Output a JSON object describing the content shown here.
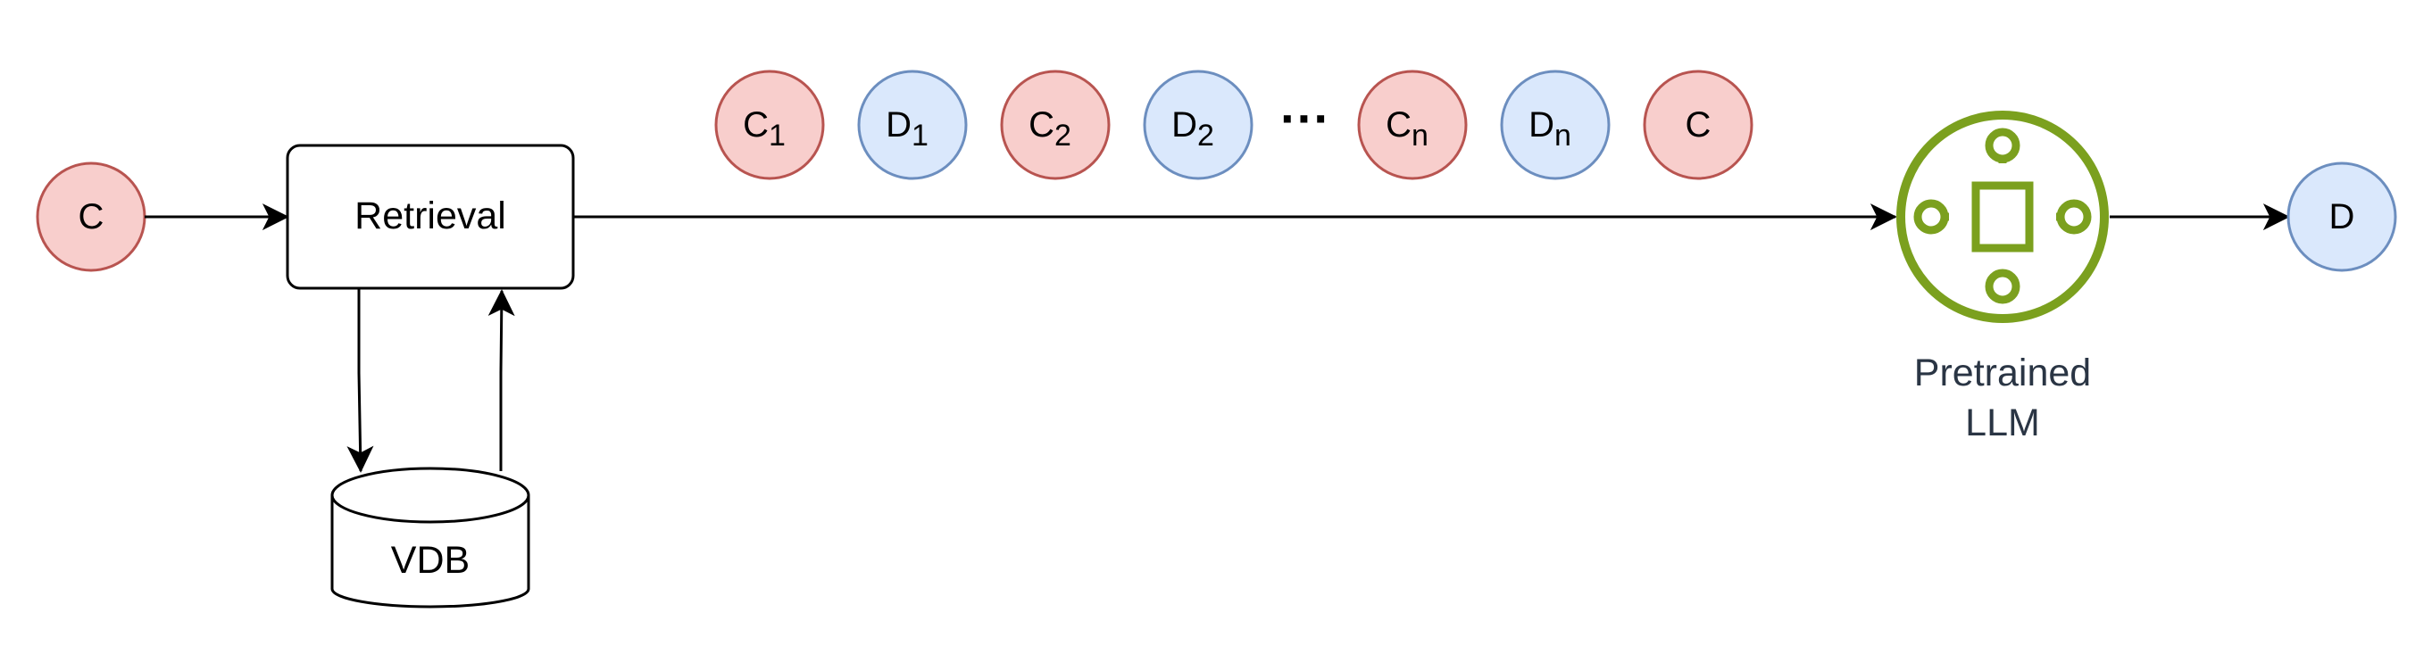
{
  "colors": {
    "c_fill": "#f8cecc",
    "c_stroke": "#b85450",
    "d_fill": "#dae8fc",
    "d_stroke": "#6c8ebf",
    "llm_green": "#7ba01e",
    "llm_text": "#2a3544",
    "line": "#000000"
  },
  "input": {
    "label": "C"
  },
  "retrieval": {
    "label": "Retrieval"
  },
  "vdb": {
    "label": "VDB"
  },
  "sequence": [
    {
      "base": "C",
      "sub": "1",
      "kind": "c"
    },
    {
      "base": "D",
      "sub": "1",
      "kind": "d"
    },
    {
      "base": "C",
      "sub": "2",
      "kind": "c"
    },
    {
      "base": "D",
      "sub": "2",
      "kind": "d"
    },
    {
      "base": "···",
      "sub": "",
      "kind": "ellipsis"
    },
    {
      "base": "C",
      "sub": "n",
      "kind": "c"
    },
    {
      "base": "D",
      "sub": "n",
      "kind": "d"
    },
    {
      "base": "C",
      "sub": "",
      "kind": "c"
    }
  ],
  "llm": {
    "label_line1": "Pretrained",
    "label_line2": "LLM",
    "icon": "pretrained-llm-icon"
  },
  "output": {
    "label": "D"
  }
}
